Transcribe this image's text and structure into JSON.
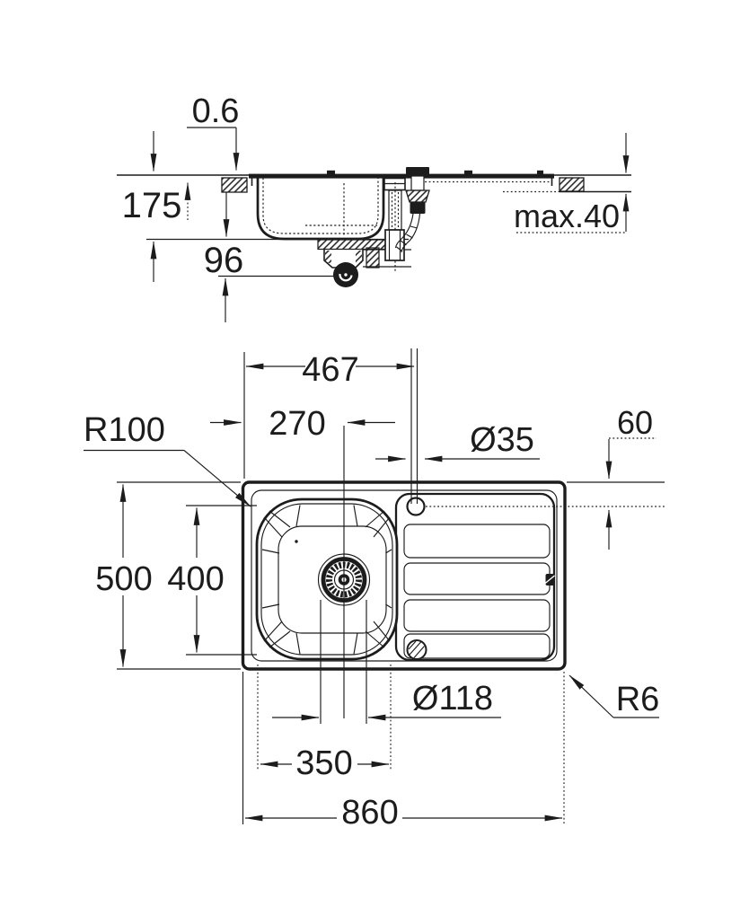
{
  "page": {
    "background": "#ffffff",
    "line_color": "#1c1c1c",
    "description": "Technical dimension drawing of an inset kitchen sink (single bowl with drainboard): side section view above, top plan view below"
  },
  "section_view": {
    "name": "side section view",
    "labels": {
      "sheet_thickness": "0.6",
      "bowl_depth": "175",
      "trap_offset": "96",
      "worktop_max_thickness": "max.40"
    }
  },
  "plan_view": {
    "name": "top plan view",
    "labels": {
      "tap_hole_from_left": "467",
      "drain_center_from_left": "270",
      "tap_hole_diameter": "Ø35",
      "tap_hole_from_edge": "60",
      "bowl_corner_radius": "R100",
      "overall_depth": "500",
      "bowl_inner_depth": "400",
      "drain_hole_diameter": "Ø118",
      "outer_corner_radius": "R6",
      "bowl_inner_width": "350",
      "overall_width": "860"
    }
  }
}
